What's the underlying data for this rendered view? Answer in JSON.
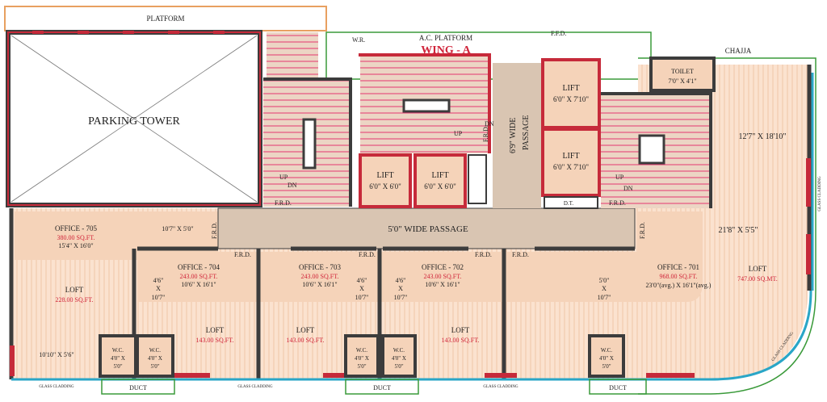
{
  "colors": {
    "wall": "#3c3c3c",
    "red_wall": "#c62a3a",
    "stair": "#e4386f",
    "floor_tan": "#f5d3b9",
    "floor_light": "#fbe8d8",
    "passage": "#d9c5b2",
    "glass": "#2aa6c7",
    "green": "#3a9a3a",
    "orange": "#e8a060",
    "area_text": "#d0243a"
  },
  "labels": {
    "platform": "PLATFORM",
    "wr": "W.R.",
    "ac_platform": "A.C. PLATFORM",
    "wing": "WING - A",
    "ffd_top": "F.F.D.",
    "chajja": "CHAJJA",
    "parking": "PARKING TOWER",
    "toilet": "TOILET",
    "toilet_size": "7'0\" X 4'1\"",
    "lift": "LIFT",
    "lift_6x6": "6'0\" X 6'0\"",
    "lift_6x7": "6'0\" X 7'10\"",
    "dn": "DN",
    "up": "UP",
    "frd": "F.R.D.",
    "dt": "D.T.",
    "wide_69_a": "6'9\" WIDE",
    "wide_69_b": "PASSAGE",
    "passage_5": "5'0\" WIDE PASSAGE",
    "size_12x18": "12'7\" X 18'10\"",
    "size_21x5": "21'8\" X 5'5\"",
    "size_10x5": "10'7\" X 5'0\"",
    "o705": "OFFICE - 705",
    "o705_area": "380.00 SQ.FT.",
    "o705_size": "15'4\" X 16'0\"",
    "o704": "OFFICE - 704",
    "o704_area": "243.00 SQ.FT.",
    "o704_size": "10'6\" X 16'1\"",
    "o703": "OFFICE - 703",
    "o703_area": "243.00 SQ.FT.",
    "o703_size": "10'6\" X 16'1\"",
    "o702": "OFFICE - 702",
    "o702_area": "243.00 SQ.FT.",
    "o702_size": "10'6\" X 16'1\"",
    "o701": "OFFICE - 701",
    "o701_area": "968.00 SQ.FT.",
    "o701_size": "23'0\"(avg.) X 16'1\"(avg.)",
    "loft": "LOFT",
    "loft_228": "228.00 SQ.FT.",
    "loft_143": "143.00 SQ.FT.",
    "loft_747": "747.00 SQ.MT.",
    "d46": "4'6\"",
    "dx": "X",
    "d107": "10'7\"",
    "d50": "5'0\"",
    "wc": "W.C.",
    "wc_a": "4'0\" X",
    "wc_b": "5'0\"",
    "size_10x5_6": "10'10\" X 5'6\"",
    "glass": "GLASS CLADDING",
    "duct": "DUCT"
  }
}
